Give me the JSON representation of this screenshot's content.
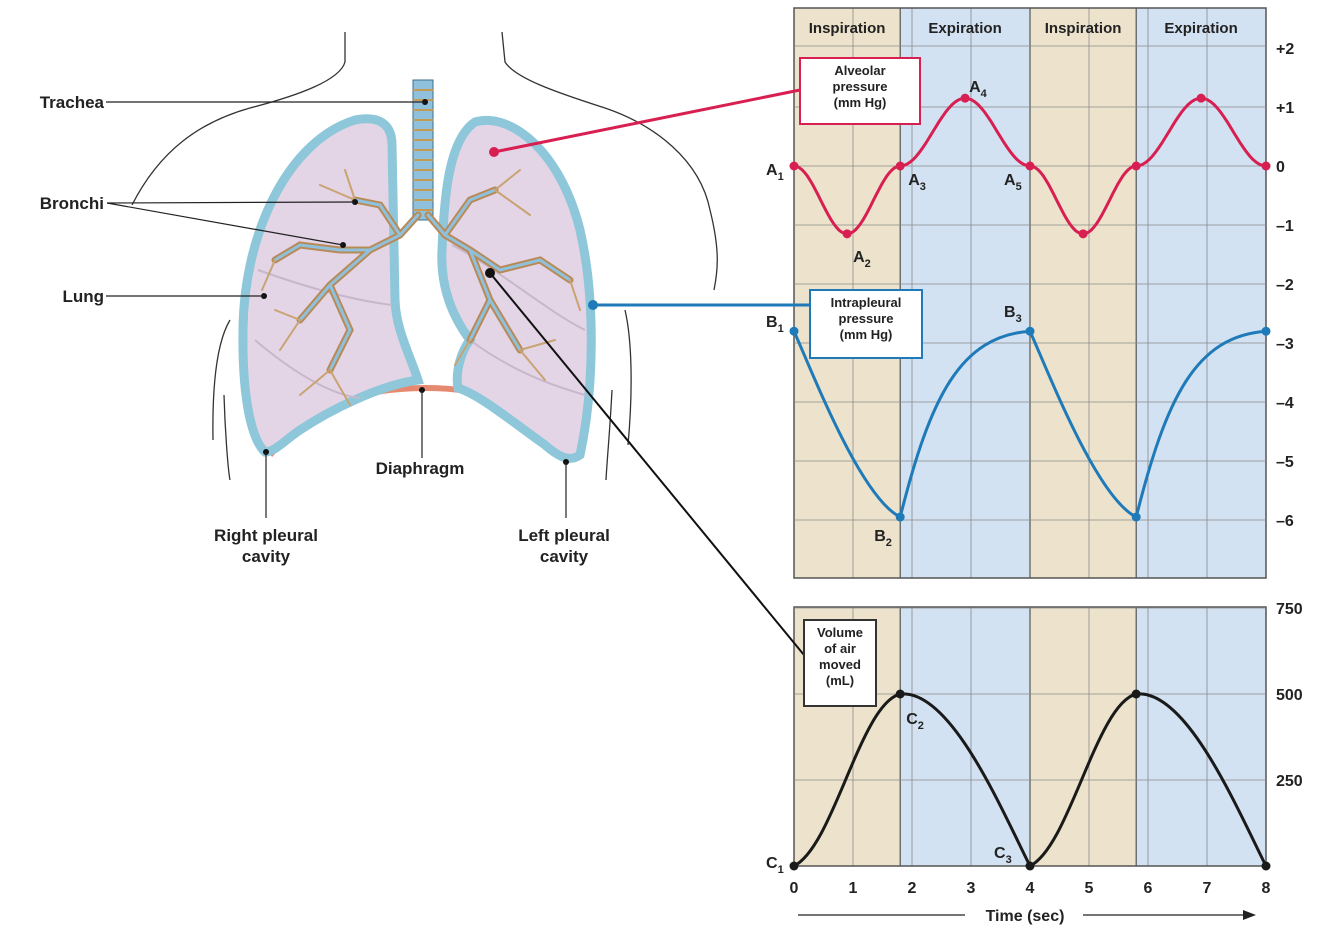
{
  "anatomy": {
    "labels": {
      "trachea": "Trachea",
      "bronchi": "Bronchi",
      "lung": "Lung",
      "diaphragm": "Diaphragm",
      "right_pleural": [
        "Right pleural",
        "cavity"
      ],
      "left_pleural": [
        "Left pleural",
        "cavity"
      ]
    }
  },
  "graph": {
    "phases": [
      {
        "name": "Inspiration",
        "start": 0,
        "end": 1.8
      },
      {
        "name": "Expiration",
        "start": 1.8,
        "end": 4
      },
      {
        "name": "Inspiration",
        "start": 4,
        "end": 5.8
      },
      {
        "name": "Expiration",
        "start": 5.8,
        "end": 8
      }
    ],
    "colors": {
      "inspiration": "#ede3cc",
      "expiration": "#d2e2f2",
      "alveolar": "#d81f52",
      "intrapleural": "#1e7ab8",
      "volume": "#1a1a1a",
      "grid": "#8a8a8a",
      "frame": "#555555"
    },
    "time_axis": {
      "ticks": [
        "0",
        "1",
        "2",
        "3",
        "4",
        "5",
        "6",
        "7",
        "8"
      ],
      "title": "Time (sec)"
    },
    "pressure_axis": {
      "ticks": [
        {
          "value": 2,
          "label": "+2"
        },
        {
          "value": 1,
          "label": "+1"
        },
        {
          "value": 0,
          "label": "0"
        },
        {
          "value": -1,
          "label": "–1"
        },
        {
          "value": -2,
          "label": "–2"
        },
        {
          "value": -3,
          "label": "–3"
        },
        {
          "value": -4,
          "label": "–4"
        },
        {
          "value": -5,
          "label": "–5"
        },
        {
          "value": -6,
          "label": "–6"
        }
      ]
    },
    "volume_axis": {
      "ticks": [
        {
          "value": 750,
          "label": "750"
        },
        {
          "value": 500,
          "label": "500"
        },
        {
          "value": 250,
          "label": "250"
        }
      ]
    },
    "alveolar": {
      "box": [
        "Alveolar",
        "pressure",
        "(mm Hg)"
      ],
      "points": [
        {
          "t": 0,
          "v": 0,
          "label": "A",
          "sub": "1"
        },
        {
          "t": 0.9,
          "v": -1.15,
          "label": "A",
          "sub": "2"
        },
        {
          "t": 1.8,
          "v": 0,
          "label": "A",
          "sub": "3"
        },
        {
          "t": 2.9,
          "v": 1.15,
          "label": "A",
          "sub": "4"
        },
        {
          "t": 4,
          "v": 0,
          "label": "A",
          "sub": "5"
        },
        {
          "t": 4.9,
          "v": -1.15
        },
        {
          "t": 5.8,
          "v": 0
        },
        {
          "t": 6.9,
          "v": 1.15
        },
        {
          "t": 8,
          "v": 0
        }
      ]
    },
    "intrapleural": {
      "box": [
        "Intrapleural",
        "pressure",
        "(mm Hg)"
      ],
      "points": [
        {
          "t": 0,
          "v": -2.8,
          "label": "B",
          "sub": "1"
        },
        {
          "t": 1.8,
          "v": -5.95,
          "label": "B",
          "sub": "2"
        },
        {
          "t": 4,
          "v": -2.8,
          "label": "B",
          "sub": "3"
        },
        {
          "t": 5.8,
          "v": -5.95
        },
        {
          "t": 8,
          "v": -2.8
        }
      ]
    },
    "volume": {
      "box": [
        "Volume",
        "of air",
        "moved",
        "(mL)"
      ],
      "points": [
        {
          "t": 0,
          "v": 0,
          "label": "C",
          "sub": "1"
        },
        {
          "t": 1.8,
          "v": 500,
          "label": "C",
          "sub": "2"
        },
        {
          "t": 4,
          "v": 0,
          "label": "C",
          "sub": "3"
        },
        {
          "t": 5.8,
          "v": 500
        },
        {
          "t": 8,
          "v": 0
        }
      ]
    }
  }
}
